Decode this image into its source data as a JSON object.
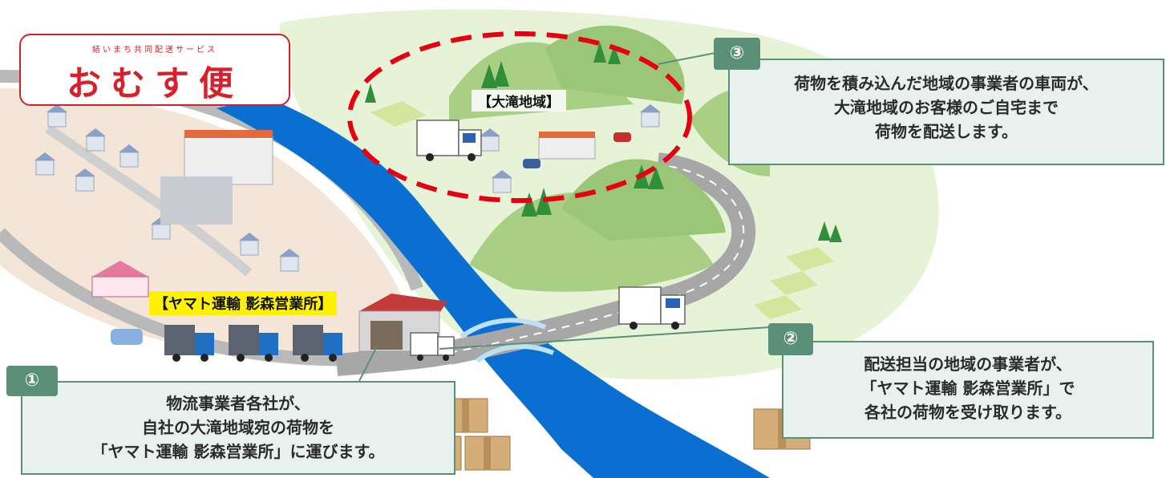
{
  "logo": {
    "subtitle": "結いまち共同配送サービス",
    "name": "おむす便"
  },
  "place_labels": {
    "yamato_office": "【ヤマト運輸 影森営業所】",
    "otaki_area": "【大滝地域】"
  },
  "steps": [
    {
      "number": "①",
      "lines": [
        "物流事業者各社が、",
        "自社の大滝地域宛の荷物を",
        "「ヤマト運輸 影森営業所」に運びます。"
      ]
    },
    {
      "number": "②",
      "lines": [
        "配送担当の地域の事業者が、",
        "「ヤマト運輸 影森営業所」で",
        "各社の荷物を受け取ります。"
      ]
    },
    {
      "number": "③",
      "lines": [
        "荷物を積み込んだ地域の事業者の車両が、",
        "大滝地域のお客様のご自宅まで",
        "荷物を配送します。"
      ]
    }
  ],
  "colors": {
    "brand_red": "#d6202a",
    "callout_border": "#5a8f78",
    "callout_fill": "#e8f1ee",
    "river": "#0a6fd0",
    "hill_green": "#a8cf84",
    "highlight_yellow": "#fff200"
  }
}
